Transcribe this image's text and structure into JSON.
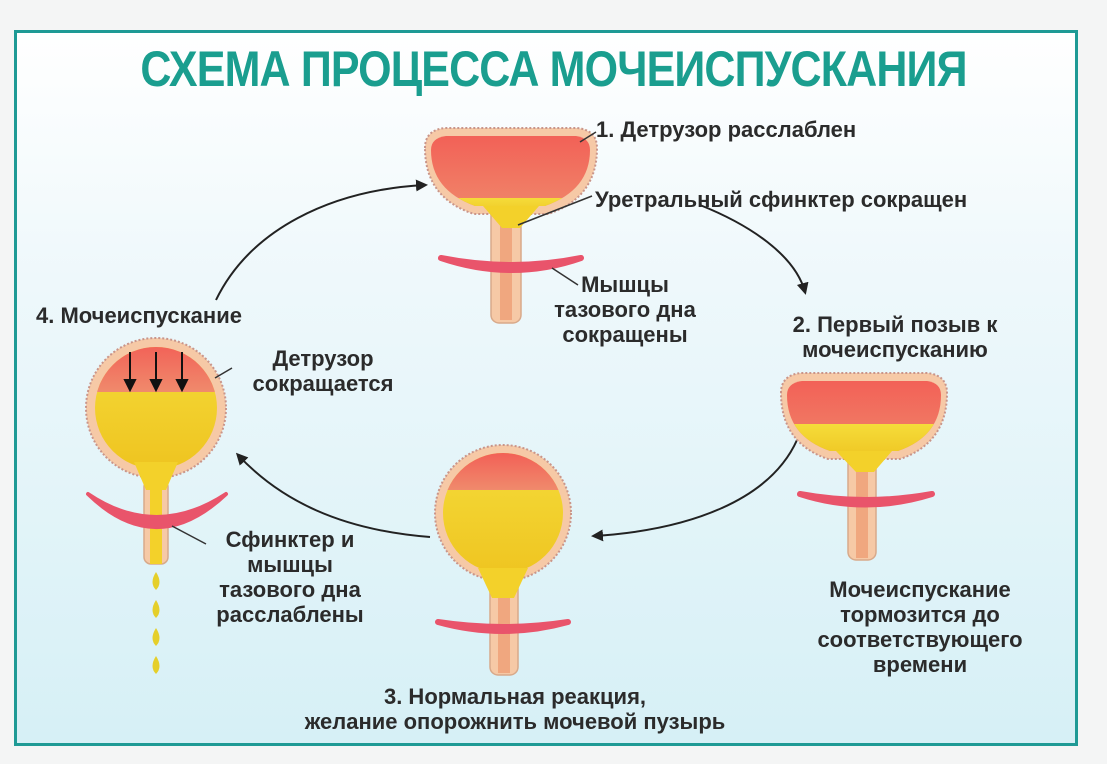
{
  "title": "СХЕМА ПРОЦЕССА МОЧЕИСПУСКАНИЯ",
  "stage1": {
    "heading": "1. Детрузор расслаблен",
    "sphincter": "Уретральный сфинктер сокращен",
    "pelvic": [
      "Мышцы",
      "тазового дна",
      "сокращены"
    ]
  },
  "stage2": {
    "heading": [
      "2. Первый позыв к",
      "мочеиспусканию"
    ],
    "note": [
      "Мочеиспускание",
      "тормозится до",
      "соответствующего",
      "времени"
    ]
  },
  "stage3": {
    "heading": [
      "3. Нормальная реакция,",
      "желание опорожнить мочевой пузырь"
    ]
  },
  "stage4": {
    "heading": "4. Мочеиспускание",
    "detrusor": [
      "Детрузор",
      "сокращается"
    ],
    "relaxed": [
      "Сфинктер и",
      "мышцы",
      "тазового дна",
      "расслаблены"
    ]
  },
  "colors": {
    "accent": "#1a9e8f",
    "frame": "#1e9a95",
    "wall": "#f6c9a6",
    "muscle": "#ef6f6f",
    "urine": "#f3d12a",
    "pelvic_floor": "#e9546b"
  }
}
